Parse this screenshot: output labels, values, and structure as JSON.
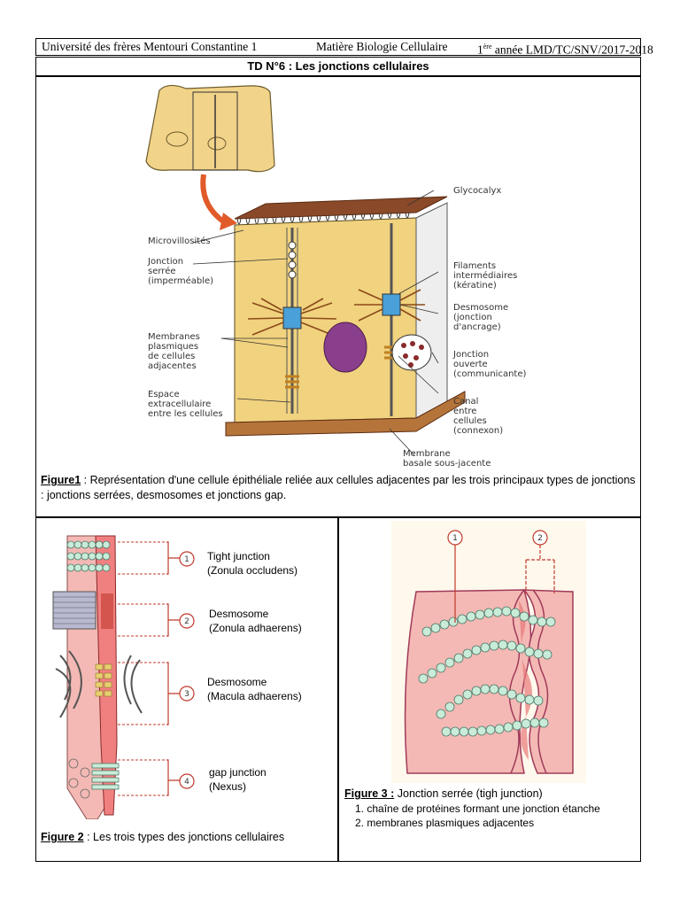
{
  "header": {
    "university": "Université des frères Mentouri Constantine 1",
    "subject": "Matière Biologie Cellulaire",
    "year_num": "1",
    "year_sup": "ère",
    "year_rest": " année LMD/TC/SNV/2017-2018"
  },
  "title": "TD N°6 : Les jonctions cellulaires",
  "figure1": {
    "labels": {
      "glycocalyx": "Glycocalyx",
      "microvillosites": "Microvillosités",
      "jonction_serree": [
        "Jonction",
        "serrée",
        "(imperméable)"
      ],
      "membranes": [
        "Membranes",
        "plasmiques",
        "de cellules",
        "adjacentes"
      ],
      "espace": [
        "Espace",
        "extracellulaire",
        "entre les cellules"
      ],
      "filaments": [
        "Filaments",
        "intermédiaires",
        "(kératine)"
      ],
      "desmosome": [
        "Desmosome",
        "(jonction",
        "d'ancrage)"
      ],
      "jonction_ouverte": [
        "Jonction",
        "ouverte",
        "(communicante)"
      ],
      "canal": [
        "Canal",
        "entre",
        "cellules",
        "(connexon)"
      ],
      "membrane_basale": [
        "Membrane",
        "basale sous-jacente"
      ]
    },
    "caption_label": "Figure1",
    "caption_text": " : Représentation d'une cellule épithéliale reliée aux cellules adjacentes par les trois principaux types de jonctions : jonctions serrées, desmosomes et jonctions gap."
  },
  "figure2": {
    "items": [
      {
        "num": "1",
        "line1": "Tight junction",
        "line2": "(Zonula occludens)"
      },
      {
        "num": "2",
        "line1": "Desmosome",
        "line2": "(Zonula adhaerens)"
      },
      {
        "num": "3",
        "line1": "Desmosome",
        "line2": "(Macula adhaerens)"
      },
      {
        "num": "4",
        "line1": "gap junction",
        "line2": "(Nexus)"
      }
    ],
    "caption_label": "Figure 2",
    "caption_text": " : Les trois types des jonctions cellulaires"
  },
  "figure3": {
    "markers": [
      "1",
      "2"
    ],
    "caption_label": "Figure 3 :",
    "caption_text": " Jonction serrée (tigh junction)",
    "list": [
      "1. chaîne de protéines formant une jonction étanche",
      "2. membranes plasmiques adjacentes"
    ]
  },
  "colors": {
    "cell_yellow": "#f3d98a",
    "cell_pink": "#f4b9b4",
    "nucleus": "#8a3f8c",
    "basal": "#b5753a",
    "bead": "#c9ecd9",
    "marker_red": "#c0392b"
  }
}
